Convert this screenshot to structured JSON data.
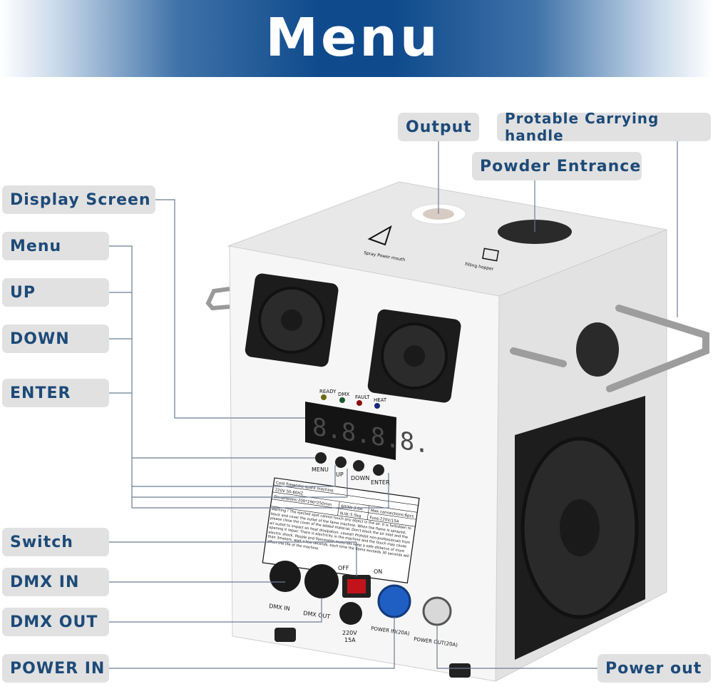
{
  "header": {
    "title": "Menu"
  },
  "callouts": {
    "output": "Output",
    "handle": "Protable Carrying handle",
    "powder": "Powder Entrance",
    "display": "Display Screen",
    "menu": "Menu",
    "up": "UP",
    "down": "DOWN",
    "enter": "ENTER",
    "switch": "Switch",
    "dmx_in": "DMX IN",
    "dmx_out": "DMX OUT",
    "power_in": "POWER IN",
    "power_out": "Power out"
  },
  "device": {
    "top_labels": {
      "spray": "Spray  Power mouth",
      "hopper": "Filling hopper"
    },
    "leds": [
      "READY",
      "DMX",
      "FAULT",
      "HEAT"
    ],
    "led_colors": [
      "#6b6a10",
      "#1c5a2a",
      "#8a1010",
      "#1a2a7a"
    ],
    "buttons": [
      "MENU",
      "UP",
      "DOWN",
      "ENTER"
    ],
    "plate": {
      "title": "Cold fireworks spark machine",
      "voltage": "220V 50-60HZ",
      "dimensions": "Dimensions:200*190*250mm",
      "power": "600W 3.0A",
      "weight": "N.W.:5.5kg",
      "max": "Max connections:6pcs",
      "fuse": "Fuse:220V/15A",
      "warning": "Warning ! The ejected spot cannot touch any object in the air. It  is forbidden to block and cover the outlet of the fame machine. When the flame is sprayed, please close the cover of the added material. Don't block the air inlet and the air outlet to impact on heat dissipation. caveat! Prohibit non-professionals from opening it repair. There is electricity in the machine and the touch may cause electric shock. People and flammable materials keep a safe distance of more than 3meters. wait a few seconds, each time the flame exceeds 30 seconds will affect the life of the machine"
    },
    "ports": {
      "dmx_in": "DMX IN",
      "dmx_out": "DMX OUT",
      "off": "OFF",
      "on": "ON",
      "fuse_v": "220V",
      "fuse_a": "15A",
      "power_in": "POWER IN(20A)",
      "power_out": "POWER OUT(20A)"
    }
  }
}
